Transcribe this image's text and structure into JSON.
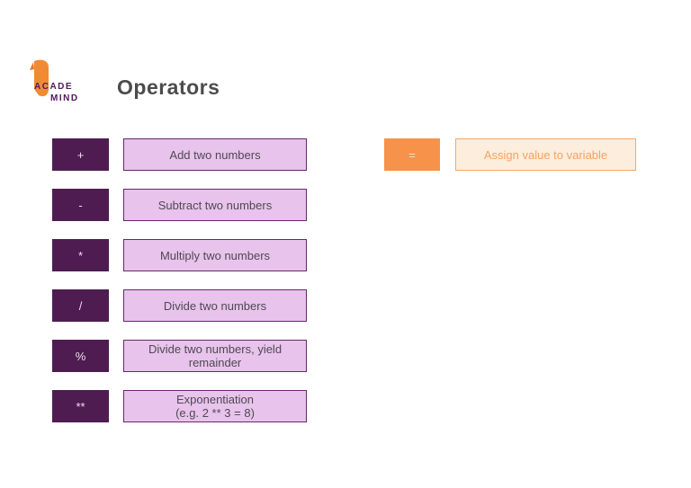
{
  "logo": {
    "line1": "ACADE",
    "line2": "MIND"
  },
  "title": "Operators",
  "colors": {
    "dark_purple_box": "#4e1c50",
    "light_purple_box_bg": "#e8c3eb",
    "purple_border": "#66276a",
    "description_text": "#4e4a55",
    "orange_box": "#f6924a",
    "light_orange_box_bg": "#fdeddc",
    "orange_border": "#f5a968",
    "orange_text": "#f7a264",
    "title_text": "#4c4c4c",
    "logo_purple": "#501a5a",
    "logo_orange": "#f08b33"
  },
  "operators": {
    "rows": [
      {
        "symbol": "+",
        "description": "Add two numbers"
      },
      {
        "symbol": "-",
        "description": "Subtract two numbers"
      },
      {
        "symbol": "*",
        "description": "Multiply two numbers"
      },
      {
        "symbol": "/",
        "description": "Divide two numbers"
      },
      {
        "symbol": "%",
        "description": "Divide two numbers, yield\nremainder"
      },
      {
        "symbol": "**",
        "description": "Exponentiation\n(e.g. 2 ** 3 = 8)"
      }
    ]
  },
  "assignment": {
    "symbol": "=",
    "description": "Assign value to variable"
  }
}
